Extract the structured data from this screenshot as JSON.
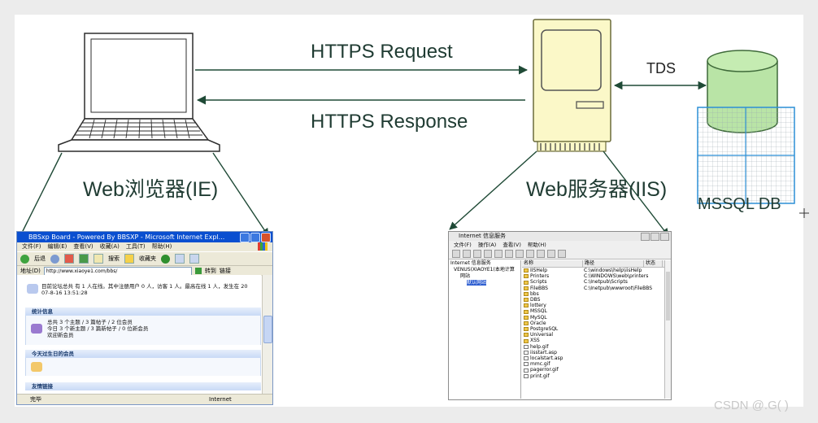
{
  "diagram": {
    "request_label": "HTTPS Request",
    "response_label": "HTTPS Response",
    "tds_label": "TDS",
    "browser_label": "Web浏览器(IE)",
    "server_label": "Web服务器(IIS)",
    "db_label": "MSSQL DB",
    "watermark": "CSDN @.G( )",
    "colors": {
      "arrow": "#1f4a36",
      "server_body": "#fbf8c8",
      "server_border": "#6b6b3a",
      "db_body": "#b9e4a6",
      "db_border": "#3f6a3a",
      "grid_line": "#2c8fd6",
      "laptop_fill": "#ffffff",
      "laptop_stroke": "#2d2d2d"
    }
  },
  "browser_window": {
    "title": "BBSxp Board - Powered By BBSXP - Microsoft Internet Expl...",
    "menu": [
      "文件(F)",
      "编辑(E)",
      "查看(V)",
      "收藏(A)",
      "工具(T)",
      "帮助(H)"
    ],
    "toolbar": [
      "后退",
      "搜索",
      "收藏夹"
    ],
    "address_label": "地址(D)",
    "address_value": "http://www.xiaoye1.com/bbs/",
    "go_label": "转到",
    "links_label": "链接",
    "online_text": "目前论坛总共 有 1 人在线。其中注册用户 0 人，访客 1 人。最高在线 1 人，发生在 20",
    "online_time": "07-8-16 13:51:28",
    "stats_title": "统计信息",
    "stats_line1": "总共 3 个主题 / 3 篇帖子 / 2 位会员",
    "stats_line2": "今日 3 个新主题 / 3 篇新帖子 / 0 位新会员",
    "stats_line3": "欢迎新会员",
    "birthday_title": "今天过生日的会员",
    "bottom_title": "友情链接",
    "status_left": "完毕",
    "status_right": "Internet"
  },
  "iis_window": {
    "title": "Internet 信息服务",
    "menu": [
      "文件(F)",
      "操作(A)",
      "查看(V)",
      "帮助(H)"
    ],
    "tree": [
      "Internet 信息服务",
      "VENUS(XIAOYE1(本地计算",
      "网站",
      "默认网站"
    ],
    "columns": [
      "名称",
      "路径",
      "状态"
    ],
    "rows": [
      {
        "name": "IISHelp",
        "path": "C:\\windows\\help\\iisHelp",
        "kind": "folder"
      },
      {
        "name": "Printers",
        "path": "C:\\WINDOWS\\web\\printers",
        "kind": "folder"
      },
      {
        "name": "Scripts",
        "path": "C:\\Inetpub\\Scripts",
        "kind": "folder"
      },
      {
        "name": "FileBBS",
        "path": "C:\\Inetpub\\wwwroot\\FileBBS",
        "kind": "folder"
      },
      {
        "name": "bbs",
        "path": "",
        "kind": "folder"
      },
      {
        "name": "DBS",
        "path": "",
        "kind": "folder"
      },
      {
        "name": "lottery",
        "path": "",
        "kind": "folder"
      },
      {
        "name": "MSSQL",
        "path": "",
        "kind": "folder"
      },
      {
        "name": "MySQL",
        "path": "",
        "kind": "folder"
      },
      {
        "name": "Oracle",
        "path": "",
        "kind": "folder"
      },
      {
        "name": "PostgreSQL",
        "path": "",
        "kind": "folder"
      },
      {
        "name": "Universal",
        "path": "",
        "kind": "folder"
      },
      {
        "name": "XSS",
        "path": "",
        "kind": "folder"
      },
      {
        "name": "help.gif",
        "path": "",
        "kind": "file"
      },
      {
        "name": "iisstart.asp",
        "path": "",
        "kind": "file"
      },
      {
        "name": "localstart.asp",
        "path": "",
        "kind": "file"
      },
      {
        "name": "mmc.gif",
        "path": "",
        "kind": "file"
      },
      {
        "name": "pagerror.gif",
        "path": "",
        "kind": "file"
      },
      {
        "name": "print.gif",
        "path": "",
        "kind": "file"
      }
    ]
  }
}
